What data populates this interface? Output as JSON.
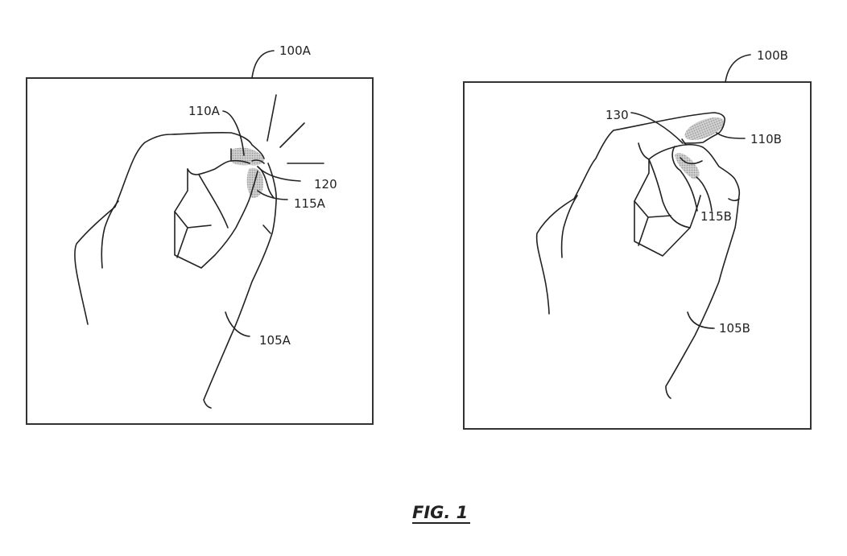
{
  "figure": {
    "caption": "FIG. 1",
    "panels": [
      {
        "id": "100A",
        "labels": {
          "panel": "100A",
          "index_finger_tip": "110A",
          "contact": "120",
          "thumb_tip": "115A",
          "hand": "105A"
        }
      },
      {
        "id": "100B",
        "labels": {
          "panel": "100B",
          "gap": "130",
          "index_finger_tip": "110B",
          "thumb_tip": "115B",
          "hand": "105B"
        }
      }
    ]
  },
  "colors": {
    "line": "#222222",
    "shade": "#b5b5b5",
    "background": "#ffffff"
  }
}
